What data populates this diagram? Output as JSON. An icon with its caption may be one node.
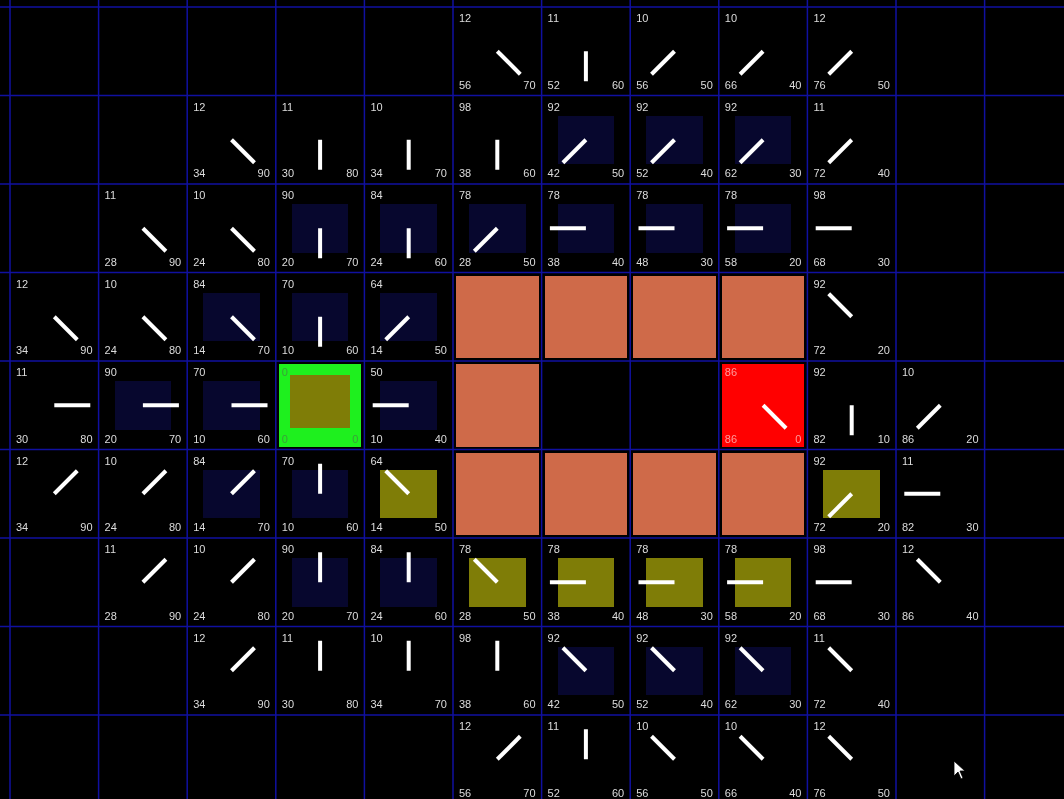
{
  "diagram": {
    "nodes": [
      {
        "text": [],
        "shape": "box"
      },
      {
        "text": [],
        "shape": "box"
      },
      {
        "text": [],
        "shape": "box"
      },
      {
        "text": [],
        "shape": "box"
      },
      {
        "text": [],
        "shape": "box"
      },
      {
        "text": [],
        "shape": "box"
      },
      {
        "text": [],
        "shape": "box"
      },
      {
        "text": [],
        "shape": "box"
      },
      {
        "text": [],
        "shape": "box"
      }
    ],
    "labels": [
      "12",
      "56",
      "70",
      "11",
      "52",
      "60",
      "10",
      "56",
      "50",
      "10",
      "66",
      "40",
      "12",
      "76",
      "50",
      "12",
      "34",
      "90",
      "11",
      "30",
      "80",
      "10",
      "34",
      "70",
      "98",
      "38",
      "60",
      "92",
      "42",
      "50",
      "92",
      "52",
      "40",
      "92",
      "62",
      "30",
      "11",
      "72",
      "40",
      "11",
      "28",
      "90",
      "10",
      "24",
      "80",
      "90",
      "20",
      "70",
      "84",
      "24",
      "60",
      "78",
      "28",
      "50",
      "78",
      "38",
      "40",
      "78",
      "48",
      "30",
      "78",
      "58",
      "20",
      "98",
      "68",
      "30",
      "12",
      "34",
      "90",
      "10",
      "24",
      "80",
      "84",
      "14",
      "70",
      "70",
      "10",
      "60",
      "64",
      "14",
      "50",
      "92",
      "72",
      "20",
      "11",
      "30",
      "80",
      "90",
      "20",
      "70",
      "70",
      "10",
      "60",
      "0",
      "0",
      "0",
      "50",
      "10",
      "40",
      "86",
      "86",
      "0",
      "92",
      "82",
      "10",
      "10",
      "86",
      "20",
      "12",
      "34",
      "90",
      "10",
      "24",
      "80",
      "84",
      "14",
      "70",
      "70",
      "10",
      "60",
      "64",
      "14",
      "50",
      "92",
      "72",
      "20",
      "11",
      "82",
      "30",
      "11",
      "28",
      "90",
      "10",
      "24",
      "80",
      "90",
      "20",
      "70",
      "84",
      "24",
      "60",
      "78",
      "28",
      "50",
      "78",
      "38",
      "40",
      "78",
      "48",
      "30",
      "78",
      "58",
      "20",
      "98",
      "68",
      "30",
      "12",
      "86",
      "40",
      "12",
      "34",
      "90",
      "11",
      "30",
      "80",
      "10",
      "34",
      "70",
      "98",
      "38",
      "60",
      "92",
      "42",
      "50",
      "92",
      "52",
      "40",
      "92",
      "62",
      "30",
      "11",
      "72",
      "40",
      "12",
      "56",
      "70",
      "11",
      "52",
      "60",
      "10",
      "56",
      "50",
      "10",
      "66",
      "40",
      "12",
      "76",
      "50"
    ]
  }
}
